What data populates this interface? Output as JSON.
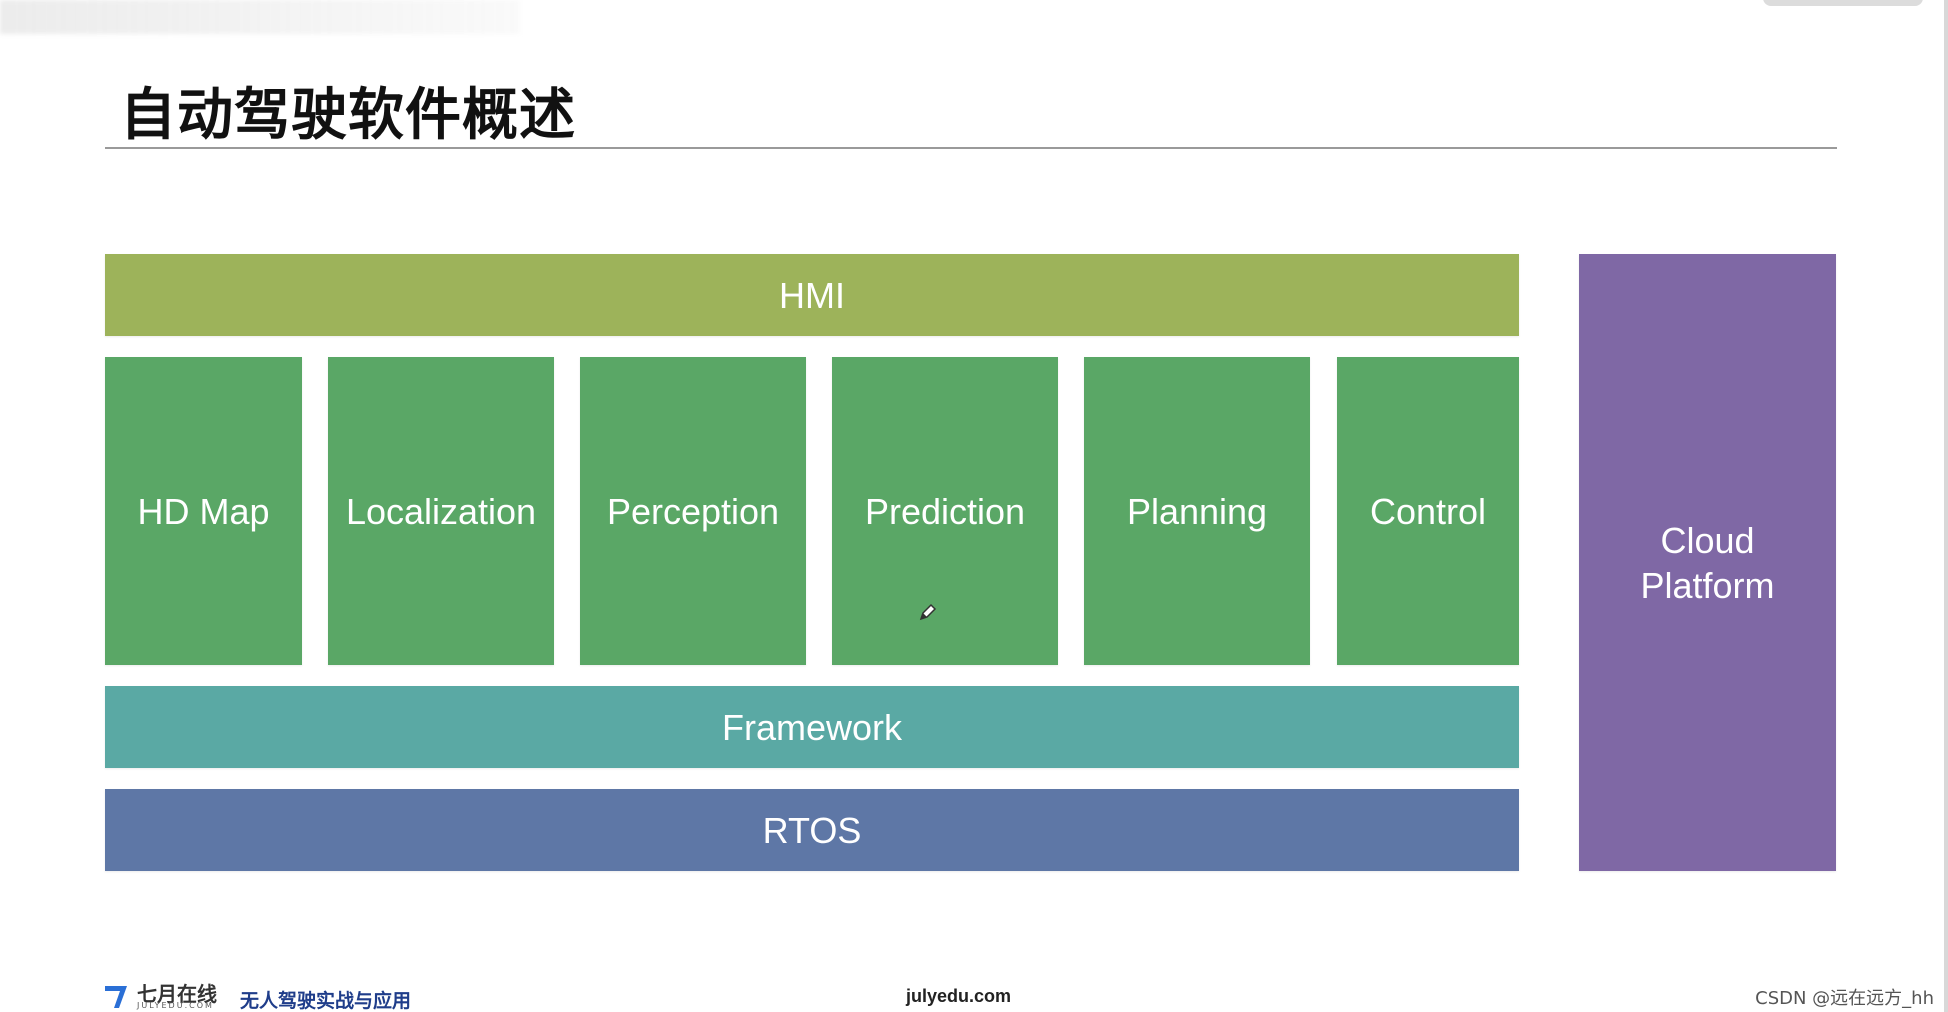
{
  "slide": {
    "title": "自动驾驶软件概述",
    "top_label": "",
    "blocks": {
      "hmi": "HMI",
      "modules": [
        "HD Map",
        "Localization",
        "Perception",
        "Prediction",
        "Planning",
        "Control"
      ],
      "framework": "Framework",
      "rtos": "RTOS",
      "cloud": "Cloud\nPlatform"
    },
    "colors": {
      "hmi": "#9db35a",
      "modules": "#5aa766",
      "framework": "#5aa9a4",
      "rtos": "#5e77a6",
      "cloud": "#7f68a5"
    }
  },
  "footer": {
    "logo_text": "七月在线",
    "logo_sub": "JULYEDU.COM",
    "course": "无人驾驶实战与应用",
    "site": "julyedu.com",
    "watermark": "CSDN @远在远方_hh"
  },
  "icons": {
    "cursor": "pencil-cursor-icon",
    "logo": "julyedu-logo-icon"
  }
}
